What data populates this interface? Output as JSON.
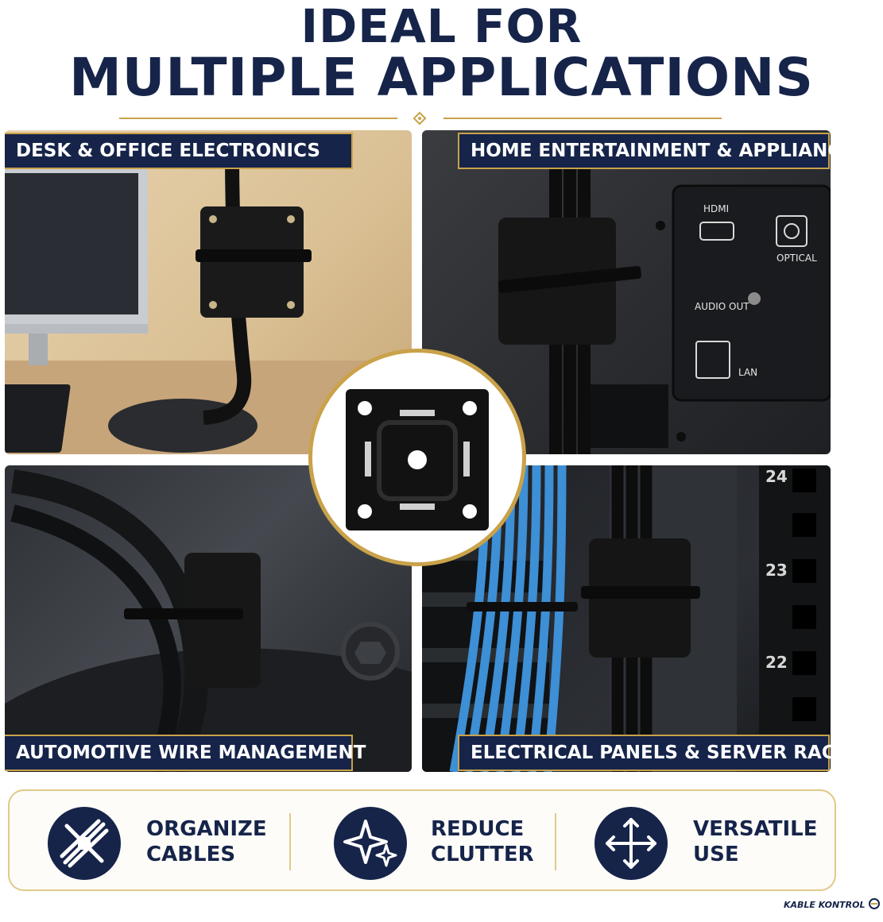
{
  "headline": {
    "line1": "IDEAL FOR",
    "line2": "MULTIPLE APPLICATIONS"
  },
  "applications": [
    {
      "label": "DESK & OFFICE ELECTRONICS"
    },
    {
      "label": "HOME ENTERTAINMENT & APPLIANCES"
    },
    {
      "label": "AUTOMOTIVE WIRE MANAGEMENT"
    },
    {
      "label": "ELECTRICAL PANELS & SERVER RACKS"
    }
  ],
  "ports": {
    "hdmi": "HDMI",
    "optical": "OPTICAL",
    "audio_out": "AUDIO OUT",
    "lan": "LAN"
  },
  "rack_units": [
    "24",
    "23",
    "22"
  ],
  "benefits": [
    {
      "line1": "ORGANIZE",
      "line2": "CABLES",
      "icon": "cable-bundle-icon"
    },
    {
      "line1": "REDUCE",
      "line2": "CLUTTER",
      "icon": "sparkle-icon"
    },
    {
      "line1": "VERSATILE",
      "line2": "USE",
      "icon": "four-way-arrows-icon"
    }
  ],
  "brand": {
    "name": "KABLE KONTROL"
  },
  "colors": {
    "navy": "#16244a",
    "gold": "#c9a24a",
    "cable_blue": "#3d8fd6"
  }
}
